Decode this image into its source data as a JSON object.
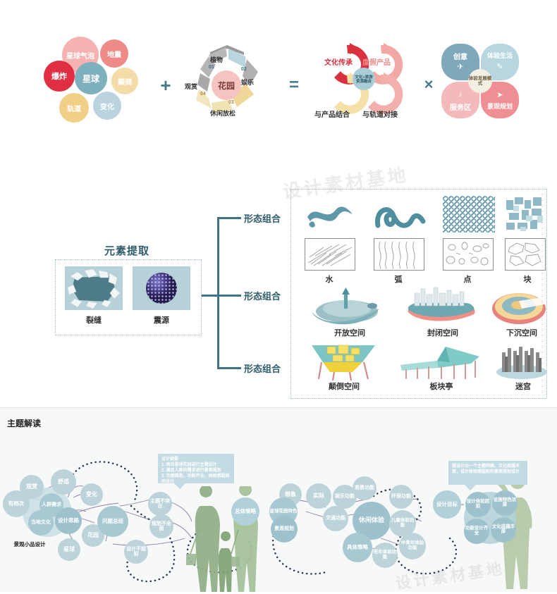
{
  "top_section": {
    "cluster1": {
      "name": "planet-bubble-cluster",
      "center": "星球",
      "nodes": [
        {
          "label": "星球气泡",
          "color": "#f4b3b0"
        },
        {
          "label": "地震",
          "color": "#ef8b87"
        },
        {
          "label": "颠倒",
          "color": "#f3dca8"
        },
        {
          "label": "变化",
          "color": "#b9d4de"
        },
        {
          "label": "轨道",
          "color": "#f0cf86"
        },
        {
          "label": "爆炸",
          "color": "#e02f42"
        }
      ],
      "center_color": "#7fb0bd"
    },
    "operator1": "+",
    "cluster2": {
      "name": "garden-cycle",
      "center": "花园",
      "steps": [
        {
          "num": "01",
          "label": "植物"
        },
        {
          "num": "02",
          "label": "娱乐"
        },
        {
          "num": "03",
          "label": "休闲放松"
        },
        {
          "num": "04",
          "label": "观赏"
        }
      ]
    },
    "operator2": "=",
    "cluster3": {
      "name": "culture-tourism-fusion",
      "center": "文化+旅游资源融合",
      "nodes": [
        {
          "label": "文化传承",
          "color": "#d8323f"
        },
        {
          "label": "度假产品",
          "color": "#f2a8a4"
        },
        {
          "label": "与产品结合",
          "color": "#f5e0a8"
        },
        {
          "label": "与轨道对接",
          "color": "#f3b0ab"
        }
      ]
    },
    "operator3": "×",
    "cluster4": {
      "name": "experience-development-model",
      "center": "体验发展模式",
      "nodes": [
        {
          "label": "创意",
          "icon": "rocket-icon",
          "glyph": "🚀",
          "color": "#7fa9ba"
        },
        {
          "label": "体验生活",
          "icon": "notebook-icon",
          "glyph": "📝",
          "color": "#b7d6df"
        },
        {
          "label": "服务区",
          "icon": "speaker-icon",
          "glyph": "🔊",
          "color": "#f3b9bb"
        },
        {
          "label": "景观规划",
          "icon": "paper-plane-icon",
          "glyph": "✈",
          "color": "#ef8f93"
        }
      ]
    }
  },
  "mid_section": {
    "title": "元素提取",
    "sources": [
      {
        "label": "裂缝",
        "icon": "crack-icon"
      },
      {
        "label": "震源",
        "icon": "epicenter-icon"
      }
    ],
    "branches": [
      "形态组合",
      "形态组合",
      "形态组合"
    ],
    "row1": [
      {
        "label": "水",
        "icon": "water-wave-icon"
      },
      {
        "label": "弧",
        "icon": "arc-curve-icon"
      },
      {
        "label": "点",
        "icon": "dot-mesh-icon"
      },
      {
        "label": "块",
        "icon": "block-mosaic-icon"
      }
    ],
    "row2": [
      {
        "label": "开放空间",
        "icon": "open-space-icon"
      },
      {
        "label": "封闭空间",
        "icon": "closed-space-icon"
      },
      {
        "label": "下沉空间",
        "icon": "sunken-space-icon"
      }
    ],
    "row3": [
      {
        "label": "颠倒空间",
        "icon": "inverted-space-icon"
      },
      {
        "label": "板块亭",
        "icon": "plate-pavilion-icon"
      },
      {
        "label": "迷宫",
        "icon": "maze-icon"
      }
    ]
  },
  "bottom_section": {
    "title": "主题解读",
    "callout_left": {
      "heading": "设计纲要",
      "lines": [
        "1. 结合星球花园进行主题设计",
        "2. 满足人群的需求进行景观规划",
        "3. 合理规划，功能齐全，体验感超前的设计"
      ]
    },
    "callout_right": {
      "text": "想设计出一个主题明确，文化底蕴丰厚，设计体验感超前的景观规划设计"
    },
    "bubbles_left": [
      "观赏",
      "舒适",
      "变化",
      "有档次",
      "人群需求",
      "当地文化",
      "设计思路",
      "花园",
      "景观小品设计",
      "星球"
    ],
    "bubbles_problem": [
      "问题总结",
      "主题不突出",
      "规划不全面",
      "设计不超前"
    ],
    "bubbles_strategy": [
      "总体策略"
    ],
    "bubbles_right": [
      "想象",
      "星球花园特色",
      "景观规划",
      "实际",
      "娱乐功能",
      "观景功能",
      "交通功能",
      "休闲体验",
      "环保功能",
      "儿童体验功能",
      "具体策略",
      "老年体验功能",
      "中青年体验功能"
    ],
    "bubbles_goal": [
      "设计目标",
      "设计体验超前",
      "设施特色浓厚",
      "功能设计齐全",
      "文化底蕴丰厚"
    ],
    "accent_color": "#bcd3da"
  },
  "watermark": "设计素材基地"
}
